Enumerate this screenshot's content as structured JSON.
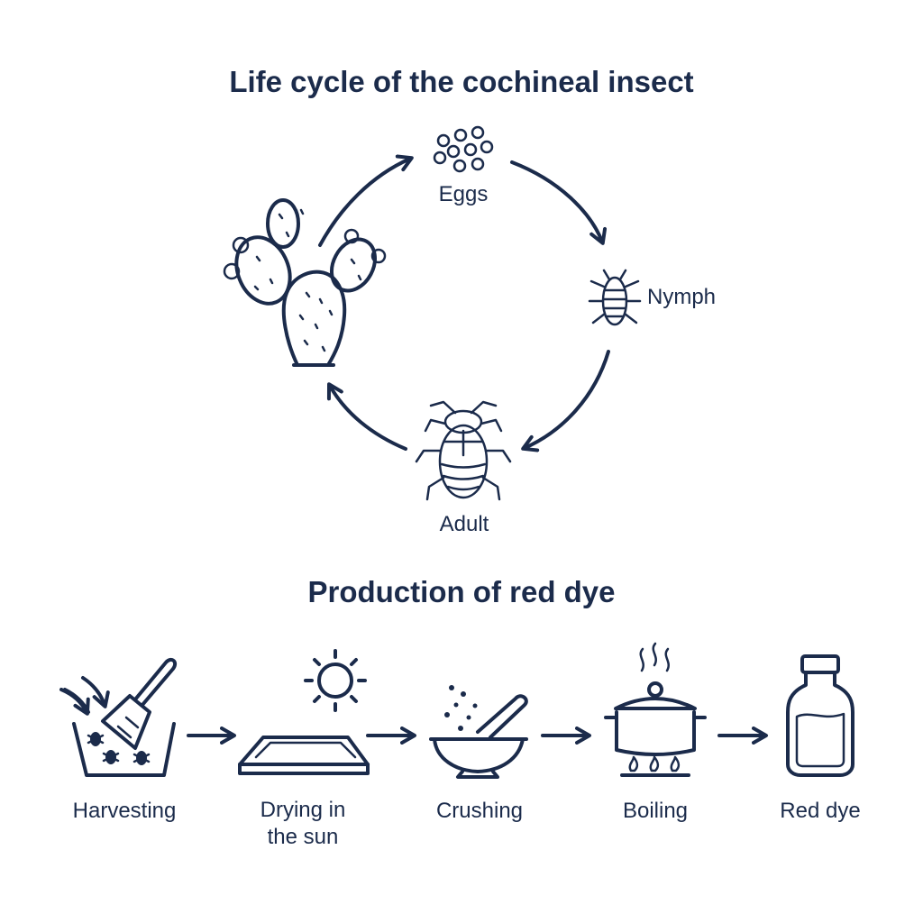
{
  "lifecycle": {
    "title": "Life cycle of the cochineal insect",
    "stages": {
      "eggs": "Eggs",
      "nymph": "Nymph",
      "adult": "Adult"
    },
    "host_icon": "prickly-pear-cactus-icon"
  },
  "production": {
    "title": "Production of red dye",
    "steps": [
      {
        "label": "Harvesting",
        "icon": "brush-bucket-icon"
      },
      {
        "label_line1": "Drying in",
        "label_line2": "the sun",
        "icon": "sun-tray-icon"
      },
      {
        "label": "Crushing",
        "icon": "mortar-pestle-icon"
      },
      {
        "label": "Boiling",
        "icon": "pot-on-stove-icon"
      },
      {
        "label": "Red dye",
        "icon": "bottle-icon"
      }
    ]
  },
  "colors": {
    "ink": "#1b2b4b",
    "background": "#ffffff"
  }
}
